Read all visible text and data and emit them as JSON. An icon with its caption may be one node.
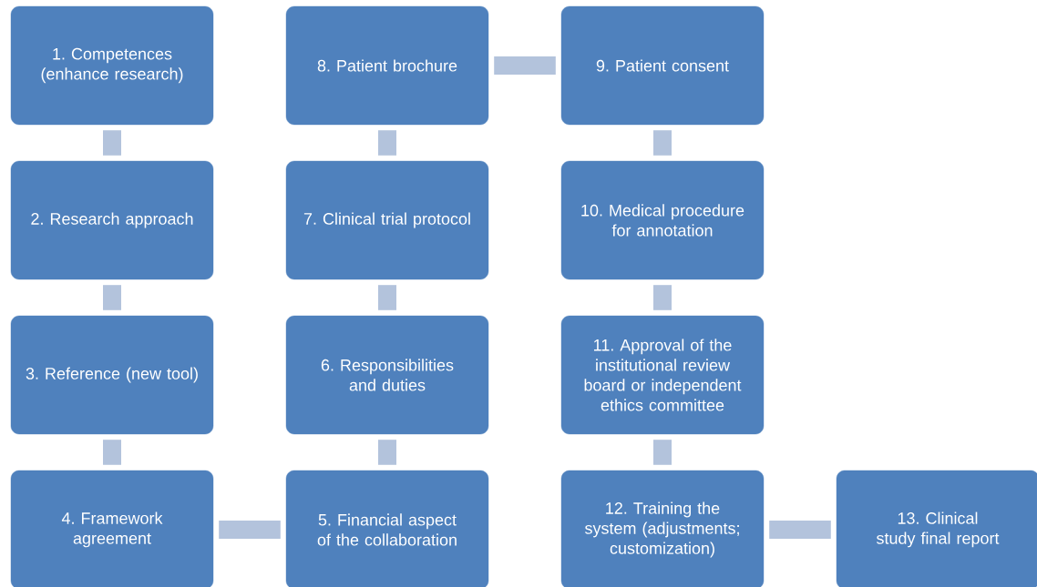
{
  "diagram": {
    "nodes": [
      {
        "text": [
          "1. Competences (enhance research)"
        ]
      },
      {
        "text": [
          "2. Research approach"
        ]
      },
      {
        "text": [
          "3. Reference (new tool)"
        ]
      },
      {
        "text": [
          "4. Framework agreement"
        ]
      },
      {
        "text": [
          "5. Financial aspect of the collaboration"
        ]
      },
      {
        "text": [
          "6. Responsibilities and duties"
        ]
      },
      {
        "text": [
          "7. Clinical trial protocol"
        ]
      },
      {
        "text": [
          "8. Patient brochure"
        ]
      },
      {
        "text": [
          "9. Patient consent"
        ]
      },
      {
        "text": [
          "10. Medical procedure for annotation"
        ]
      },
      {
        "text": [
          "11. Approval of the institutional review board or independent ethics committee"
        ]
      },
      {
        "text": [
          "12. Training the system (adjustments; customization)"
        ]
      },
      {
        "text": [
          "13. Clinical study final report"
        ]
      }
    ],
    "edges": [
      {
        "from": 0,
        "to": 1,
        "arrow": "none"
      },
      {
        "from": 1,
        "to": 2,
        "arrow": "none"
      },
      {
        "from": 2,
        "to": 3,
        "arrow": "none"
      },
      {
        "from": 3,
        "to": 4,
        "arrow": "none"
      },
      {
        "from": 4,
        "to": 5,
        "arrow": "none"
      },
      {
        "from": 5,
        "to": 6,
        "arrow": "none"
      },
      {
        "from": 6,
        "to": 7,
        "arrow": "none"
      },
      {
        "from": 7,
        "to": 8,
        "arrow": "none"
      },
      {
        "from": 8,
        "to": 9,
        "arrow": "none"
      },
      {
        "from": 9,
        "to": 10,
        "arrow": "none"
      },
      {
        "from": 10,
        "to": 11,
        "arrow": "none"
      },
      {
        "from": 11,
        "to": 12,
        "arrow": "none"
      }
    ]
  }
}
